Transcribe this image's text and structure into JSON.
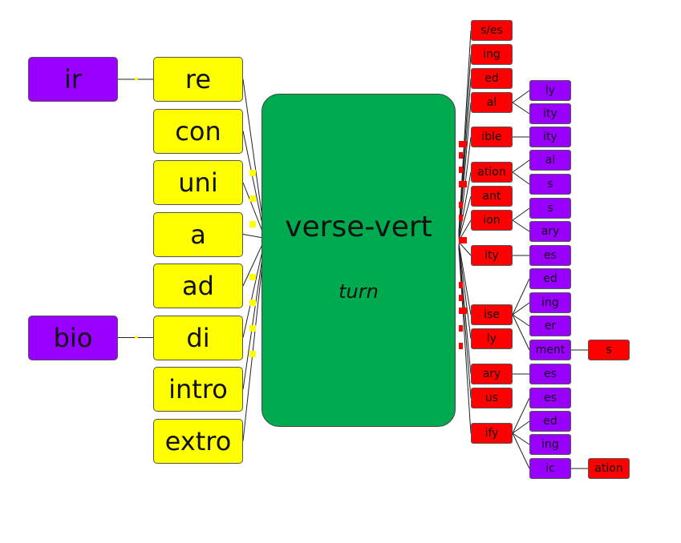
{
  "colors": {
    "prefix": "#ffff00",
    "outer_prefix": "#9900ff",
    "root": "#00aa4f",
    "suffix": "#ff0000",
    "subsuffix": "#9900ff",
    "line": "#222222",
    "marker_yellow": "#ffff00",
    "marker_red": "#ff0000"
  },
  "root": {
    "text": "verse-vert",
    "meaning": "turn"
  },
  "prefixes": [
    "re",
    "con",
    "uni",
    "a",
    "ad",
    "di",
    "intro",
    "extro"
  ],
  "outer_prefixes": [
    {
      "text": "ir",
      "attaches_to": 0
    },
    {
      "text": "bio",
      "attaches_to": 5
    }
  ],
  "suffixes": [
    {
      "text": "s/es",
      "children": []
    },
    {
      "text": "ing",
      "children": []
    },
    {
      "text": "ed",
      "children": []
    },
    {
      "text": "al",
      "children": [
        {
          "text": "ly"
        },
        {
          "text": "ity"
        }
      ]
    },
    {
      "text": "ible",
      "children": [
        {
          "text": "ity"
        }
      ]
    },
    {
      "text": "ation",
      "children": [
        {
          "text": "al"
        },
        {
          "text": "s"
        }
      ]
    },
    {
      "text": "ant",
      "children": []
    },
    {
      "text": "ion",
      "children": [
        {
          "text": "s"
        },
        {
          "text": "ary"
        }
      ]
    },
    {
      "text": "ity",
      "children": [
        {
          "text": "es"
        }
      ]
    },
    {
      "text": "ise",
      "children": [
        {
          "text": "ed"
        },
        {
          "text": "ing"
        },
        {
          "text": "er"
        },
        {
          "text": "ment",
          "children": [
            {
              "text": "s"
            }
          ]
        }
      ]
    },
    {
      "text": "ly",
      "children": []
    },
    {
      "text": "ary",
      "children": [
        {
          "text": "es"
        }
      ]
    },
    {
      "text": "us",
      "children": []
    },
    {
      "text": "ify",
      "children": [
        {
          "text": "es"
        },
        {
          "text": "ed"
        },
        {
          "text": "ing"
        },
        {
          "text": "ic",
          "children": [
            {
              "text": "ation"
            }
          ]
        }
      ]
    }
  ]
}
